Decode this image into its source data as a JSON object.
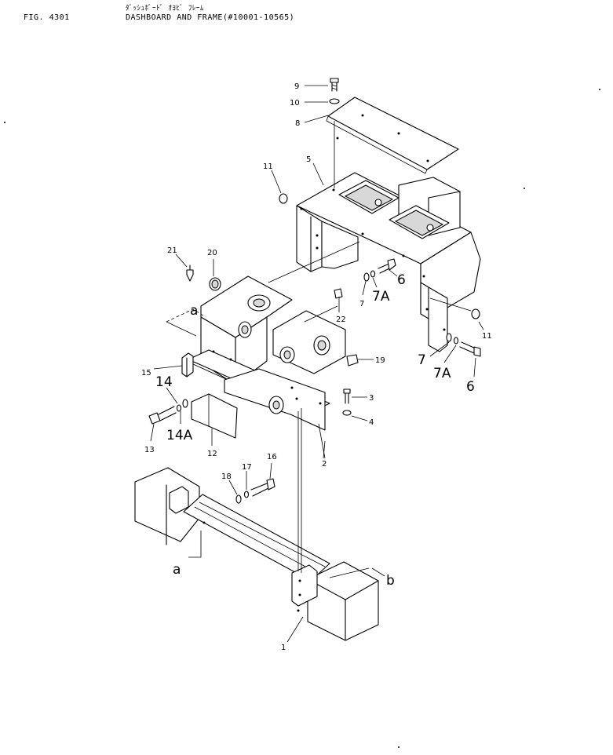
{
  "header": {
    "fig_number": "FIG. 4301",
    "title_jp": "ﾀﾞｯｼｭﾎﾞｰﾄﾞ ｵﾖﾋﾞ ﾌﾚｰﾑ",
    "title": "DASHBOARD AND FRAME(#10001-10565)"
  },
  "callouts": {
    "c1": "1",
    "c2": "2",
    "c3": "3",
    "c4": "4",
    "c5": "5",
    "c6a": "6",
    "c6b": "6",
    "c7a": "7",
    "c7b": "7",
    "c7Aa": "7A",
    "c7Ab": "7A",
    "c8": "8",
    "c9": "9",
    "c10": "10",
    "c11a": "11",
    "c11b": "11",
    "c12": "12",
    "c13": "13",
    "c14": "14",
    "c14A": "14A",
    "c15": "15",
    "c16": "16",
    "c17": "17",
    "c18": "18",
    "c19": "19",
    "c20": "20",
    "c21": "21",
    "c22": "22",
    "ref_a1": "a",
    "ref_a2": "a",
    "ref_b": "b"
  }
}
